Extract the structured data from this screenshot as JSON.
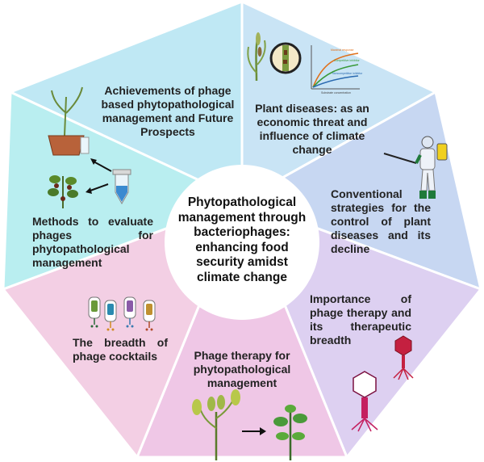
{
  "colors": {
    "achievements": "#bfe8f4",
    "plant_diseases": "#c9e4f5",
    "conventional": "#c7d7f2",
    "importance": "#ddd0f1",
    "phage_therapy": "#efc7e6",
    "cocktails": "#f3cfe4",
    "methods": "#b9eef0",
    "center": "#ffffff",
    "divider": "#ffffff"
  },
  "center": {
    "title": "Phytopathological management through bacteriophages: enhancing food security amidst climate change"
  },
  "segments": {
    "achievements": {
      "text": "Achievements of phage based phytopathological management and Future Prospects"
    },
    "plant_diseases": {
      "text": "Plant diseases: as an economic threat and influence of climate change",
      "graph_labels": [
        "Maximal response",
        "Competitive inhibitor",
        "Noncompetitive inhibitor",
        "Substrate concentration"
      ]
    },
    "conventional": {
      "text": "Conventional strategies for the control of plant diseases and its decline"
    },
    "importance": {
      "text": "Importance of phage therapy and its therapeutic breadth"
    },
    "phage_therapy": {
      "text": "Phage therapy for phytopathological management"
    },
    "cocktails": {
      "text": "The breadth of phage cocktails"
    },
    "methods": {
      "text": "Methods to evaluate phages for phytopathological management"
    }
  },
  "icons": [
    "wheat-plant-icon",
    "magnifier-leaf-icon",
    "kinetics-graph-icon",
    "sprayer-person-icon",
    "phage-icon",
    "potted-seedling-icon",
    "test-tube-icon",
    "tomato-plant-icon",
    "phage-vial-icon",
    "wilted-plant-icon",
    "healthy-plant-icon",
    "arrow-icon"
  ]
}
